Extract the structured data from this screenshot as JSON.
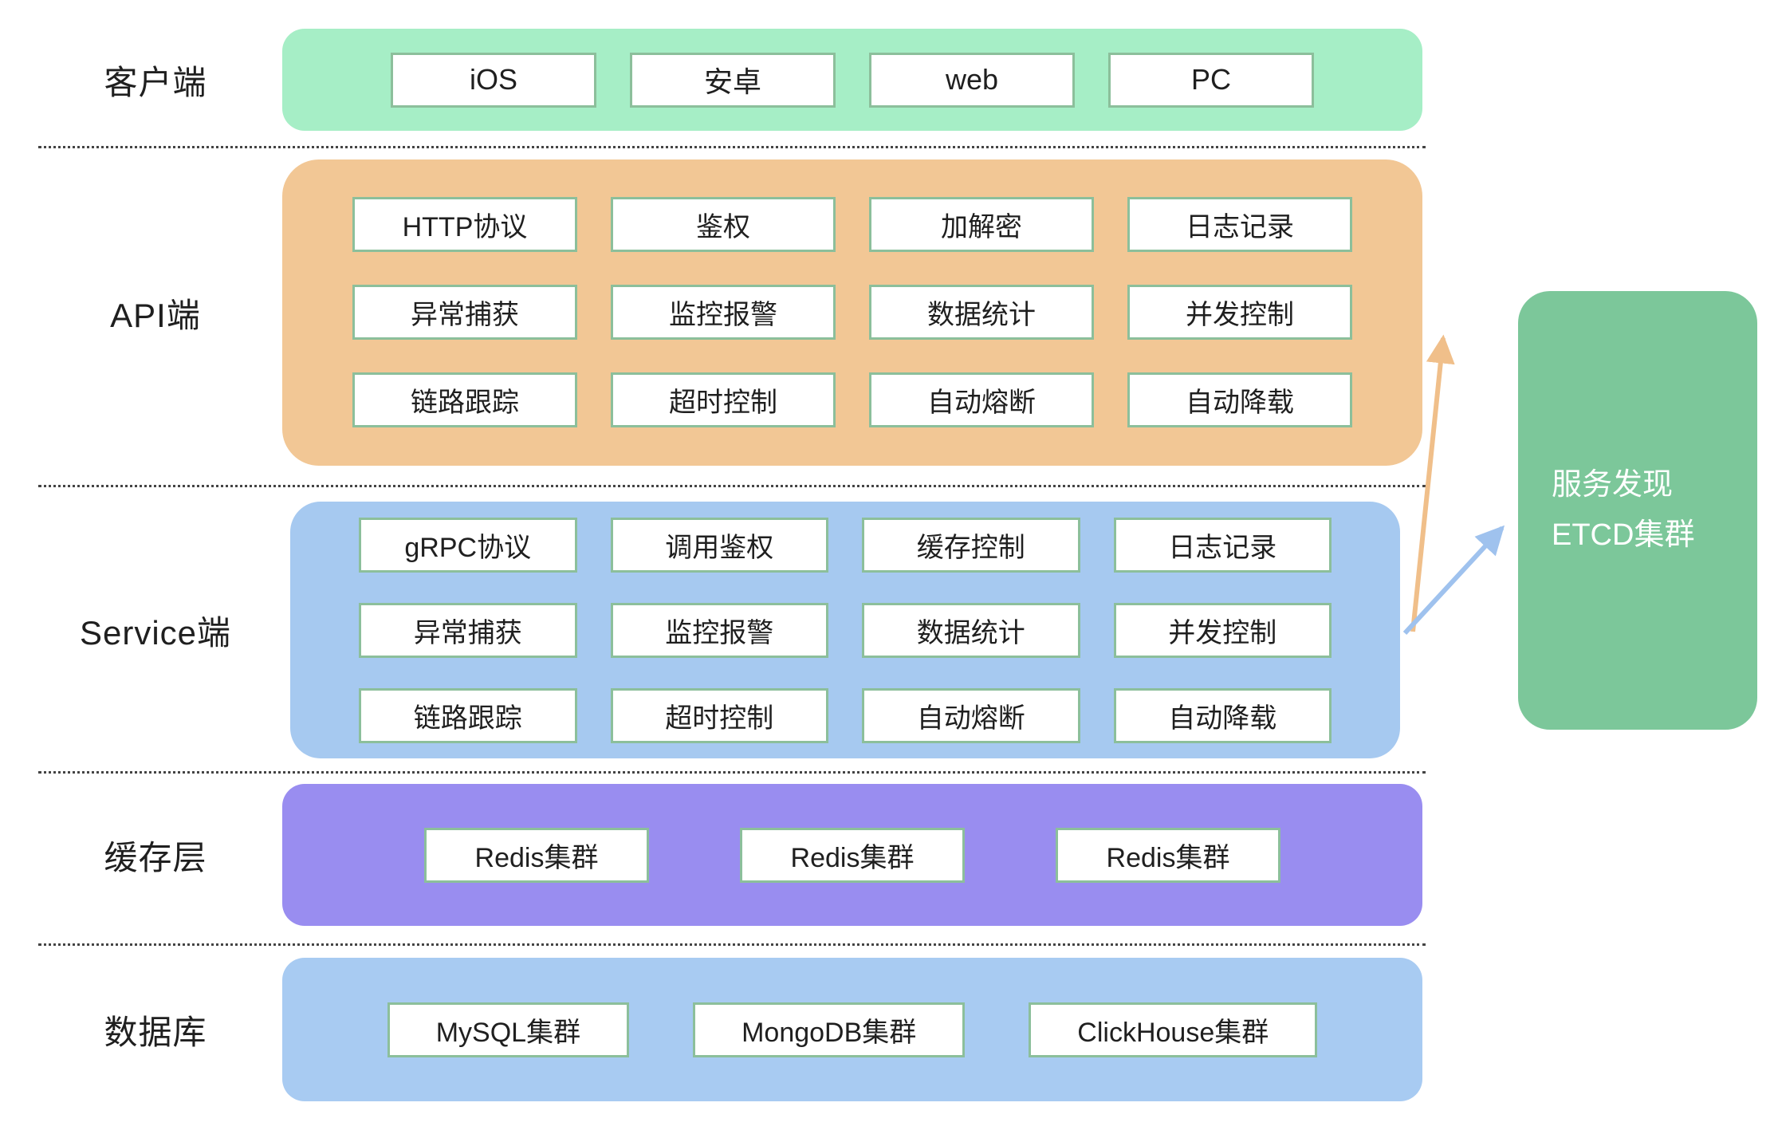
{
  "layers": {
    "client": {
      "label": "客户端",
      "items": [
        "iOS",
        "安卓",
        "web",
        "PC"
      ]
    },
    "api": {
      "label": "API端",
      "cells": [
        "HTTP协议",
        "鉴权",
        "加解密",
        "日志记录",
        "异常捕获",
        "监控报警",
        "数据统计",
        "并发控制",
        "链路跟踪",
        "超时控制",
        "自动熔断",
        "自动降载"
      ]
    },
    "service": {
      "label": "Service端",
      "cells": [
        "gRPC协议",
        "调用鉴权",
        "缓存控制",
        "日志记录",
        "异常捕获",
        "监控报警",
        "数据统计",
        "并发控制",
        "链路跟踪",
        "超时控制",
        "自动熔断",
        "自动降载"
      ]
    },
    "cache": {
      "label": "缓存层",
      "items": [
        "Redis集群",
        "Redis集群",
        "Redis集群"
      ]
    },
    "database": {
      "label": "数据库",
      "items": [
        "MySQL集群",
        "MongoDB集群",
        "ClickHouse集群"
      ]
    }
  },
  "discovery": {
    "line1": "服务发现",
    "line2": "ETCD集群"
  },
  "colors": {
    "client_bg": "#a6eec6",
    "api_bg": "#f2c795",
    "service_bg": "#a6c9f0",
    "cache_bg": "#998df0",
    "database_bg": "#a8cbf2",
    "discovery_bg": "#7cc79a",
    "cell_border": "#8cbf9b",
    "arrow_orange": "#f0bf8a",
    "arrow_blue": "#9fc2ee",
    "divider": "#444444",
    "text": "#1f1f1f",
    "discovery_text": "#ffffff"
  }
}
